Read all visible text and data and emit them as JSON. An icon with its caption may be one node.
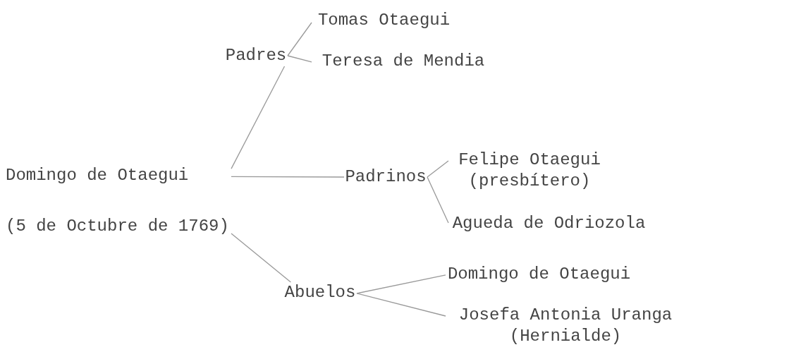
{
  "diagram": {
    "nodes": [
      {
        "text": [
          "Domingo de Otaegui",
          "(5 de Octubre de 1769)"
        ]
      },
      {
        "text": [
          "Padres"
        ]
      },
      {
        "text": [
          "Tomas Otaegui"
        ]
      },
      {
        "text": [
          "Teresa de Mendia"
        ]
      },
      {
        "text": [
          "Padrinos"
        ]
      },
      {
        "text": [
          "Felipe Otaegui (presbítero)"
        ]
      },
      {
        "text": [
          "Agueda de Odriozola"
        ]
      },
      {
        "text": [
          "Abuelos"
        ]
      },
      {
        "text": [
          "Domingo de Otaegui"
        ]
      },
      {
        "text": [
          "Josefa Antonia Uranga (Hernialde)"
        ]
      }
    ],
    "edges": [
      {
        "from": 0,
        "to": 1,
        "arrow": "none"
      },
      {
        "from": 0,
        "to": 4,
        "arrow": "none"
      },
      {
        "from": 0,
        "to": 7,
        "arrow": "none"
      },
      {
        "from": 1,
        "to": 2,
        "arrow": "none"
      },
      {
        "from": 1,
        "to": 3,
        "arrow": "none"
      },
      {
        "from": 4,
        "to": 5,
        "arrow": "none"
      },
      {
        "from": 4,
        "to": 6,
        "arrow": "none"
      },
      {
        "from": 7,
        "to": 8,
        "arrow": "none"
      },
      {
        "from": 7,
        "to": 9,
        "arrow": "none"
      }
    ]
  }
}
